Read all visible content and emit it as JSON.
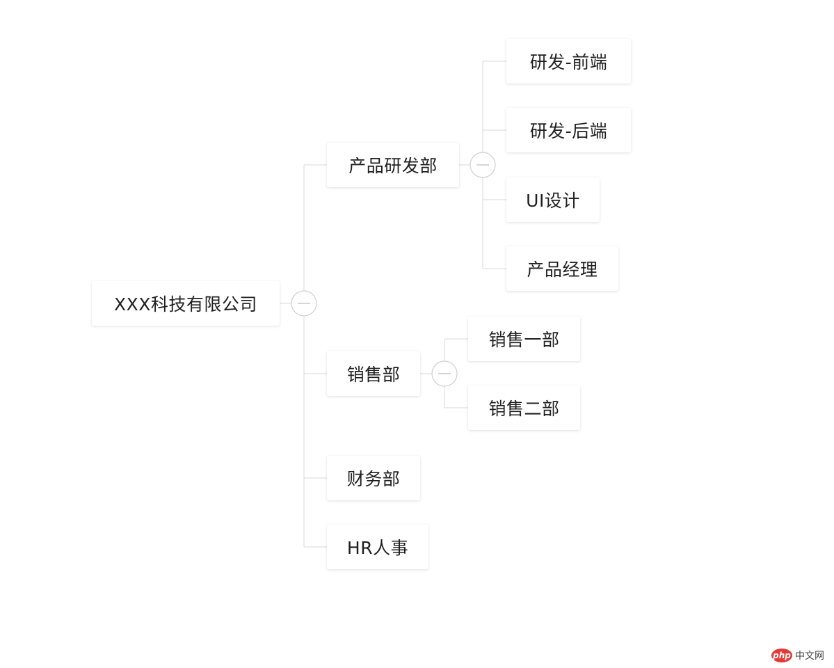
{
  "colors": {
    "background": "#ffffff",
    "connector": "#d9d9d9",
    "node_text": "#1f1f1f",
    "watermark_red": "#e53935"
  },
  "tree": {
    "root": {
      "label": "XXX科技有限公司"
    },
    "departments": [
      {
        "label": "产品研发部",
        "children": [
          {
            "label": "研发-前端"
          },
          {
            "label": "研发-后端"
          },
          {
            "label": "UI设计"
          },
          {
            "label": "产品经理"
          }
        ]
      },
      {
        "label": "销售部",
        "children": [
          {
            "label": "销售一部"
          },
          {
            "label": "销售二部"
          }
        ]
      },
      {
        "label": "财务部",
        "children": []
      },
      {
        "label": "HR人事",
        "children": []
      }
    ]
  },
  "toggle_icon": "minus-circle-icon",
  "watermark": {
    "logo": "php",
    "text": "中文网"
  }
}
